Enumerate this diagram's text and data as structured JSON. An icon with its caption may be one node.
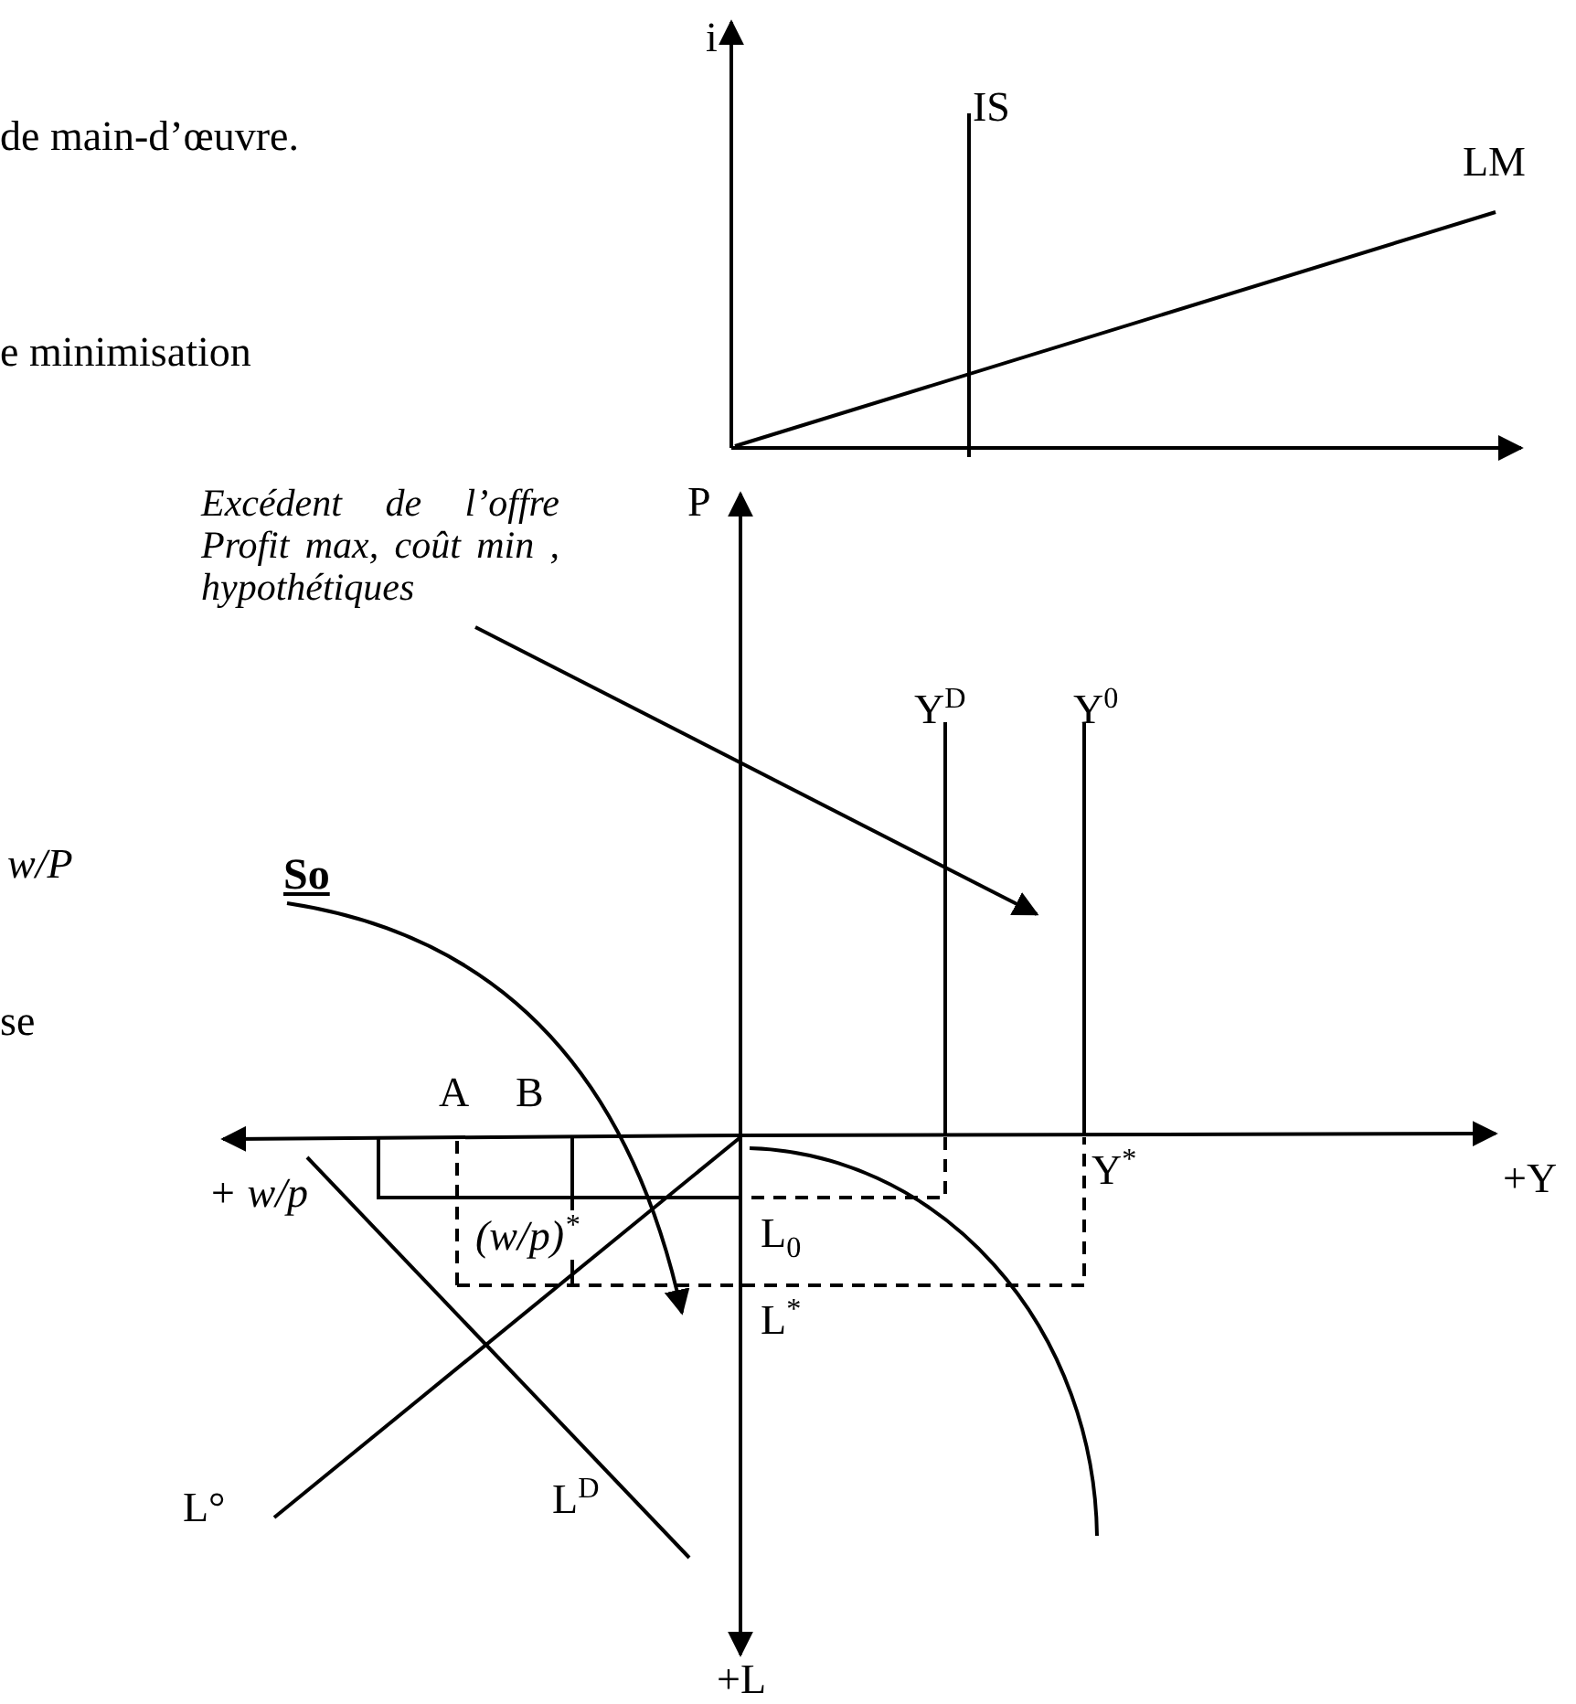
{
  "diagram": {
    "nodes": [
      {
        "text": [
          "Excédent de l’offre Profit max, coût min , hypothétiques"
        ]
      },
      {
        "text": [
          "So"
        ]
      }
    ],
    "edges": [
      {
        "from": 0,
        "to": null,
        "arrow": "to"
      },
      {
        "from": 1,
        "to": null,
        "arrow": "to"
      }
    ],
    "labels": [
      "i",
      "de main-d’œuvre.",
      "IS",
      "LM",
      "e minimisation",
      "P",
      "Y$^{D}$",
      "Y$^{0}$",
      "w/P",
      "se",
      "A",
      "B",
      "+ w/p",
      "(w/p)$^{*}$",
      "Y$^{*}$",
      "+Y",
      "L$_{0}$",
      "L$^{*}$",
      "L°",
      "L$^{D}$",
      "+L"
    ]
  }
}
